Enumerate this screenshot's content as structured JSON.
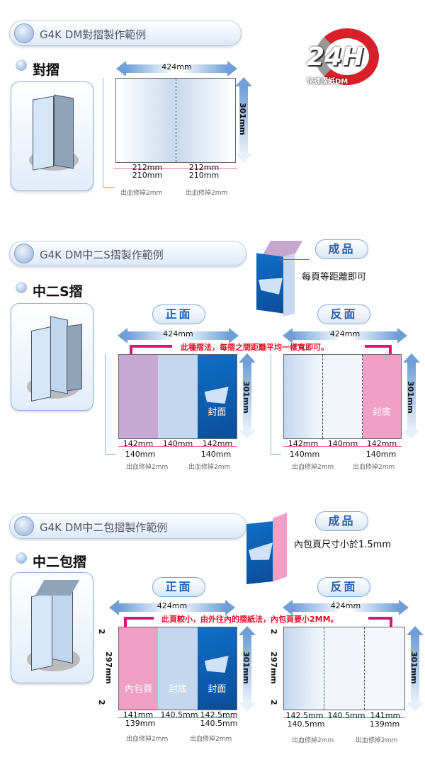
{
  "badge": {
    "big": "24H",
    "small": "快速摺紙DM"
  },
  "sections": [
    {
      "title": "G4K DM對摺製作範例",
      "heading": "對摺",
      "width": "424mm",
      "height": "301mm",
      "top_measures": [
        "212mm",
        "212mm"
      ],
      "bottom_measures": [
        "210mm",
        "210mm"
      ],
      "bleed": "出血修掉2mm"
    },
    {
      "title": "G4K DM中二S摺製作範例",
      "heading": "中二S摺",
      "product_label": "成品",
      "product_note": "每頁等距離即可",
      "front_label": "正面",
      "back_label": "反面",
      "width": "424mm",
      "height": "301mm",
      "note": "此種摺法，每摺之間距離平均一樣寬即可。",
      "front_panels": [
        "",
        "",
        "封面"
      ],
      "back_panels": [
        "",
        "",
        "封底"
      ],
      "front_top": [
        "142mm",
        "140mm",
        "142mm"
      ],
      "front_bottom": [
        "140mm",
        "140mm"
      ],
      "back_top": [
        "142mm",
        "140mm",
        "142mm"
      ],
      "back_bottom": [
        "140mm",
        "140mm"
      ],
      "bleed": "出血修掉2mm"
    },
    {
      "title": "G4K DM中二包摺製作範例",
      "heading": "中二包摺",
      "product_label": "成品",
      "product_note": "內包頁尺寸小於1.5mm",
      "front_label": "正面",
      "back_label": "反面",
      "width": "424mm",
      "height": "301mm",
      "inner_height": "297mm",
      "margin": "2",
      "note": "此頁較小，由外往內的摺紙法，內包頁要小2MM。",
      "front_panels": [
        "內包頁",
        "封底",
        "封面"
      ],
      "front_top": [
        "141mm",
        "140.5mm",
        "142.5mm"
      ],
      "front_bottom": [
        "139mm",
        "140.5mm"
      ],
      "back_top": [
        "142.5mm",
        "140.5mm",
        "141mm"
      ],
      "back_bottom": [
        "140.5mm",
        "139mm"
      ],
      "bleed": "出血修掉2mm"
    }
  ],
  "colors": {
    "pink": "#f0a0c4",
    "lilac": "#c9a8d2",
    "lightblue": "#c3d7ef",
    "cover": "#0b5eb3",
    "red": "#e0102a",
    "magenta": "#e0127a"
  }
}
